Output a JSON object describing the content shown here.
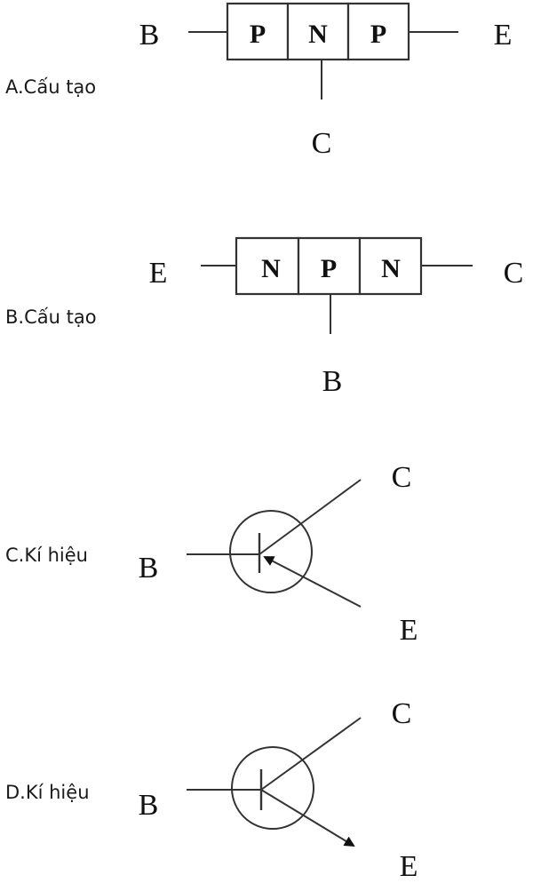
{
  "options": [
    {
      "id": "A",
      "caption": "A.Cấu tạo",
      "layers": [
        "P",
        "N",
        "P"
      ],
      "left_terminal": "B",
      "right_terminal": "E",
      "bottom_terminal": "C"
    },
    {
      "id": "B",
      "caption": "B.Cấu tạo",
      "layers": [
        "N",
        "P",
        "N"
      ],
      "left_terminal": "E",
      "right_terminal": "C",
      "bottom_terminal": "B"
    },
    {
      "id": "C",
      "caption": "C.Kí hiệu",
      "base_label": "B",
      "collector_label": "C",
      "emitter_label": "E",
      "arrow": "inward"
    },
    {
      "id": "D",
      "caption": "D.Kí hiệu",
      "base_label": "B",
      "collector_label": "C",
      "emitter_label": "E",
      "arrow": "outward"
    }
  ]
}
